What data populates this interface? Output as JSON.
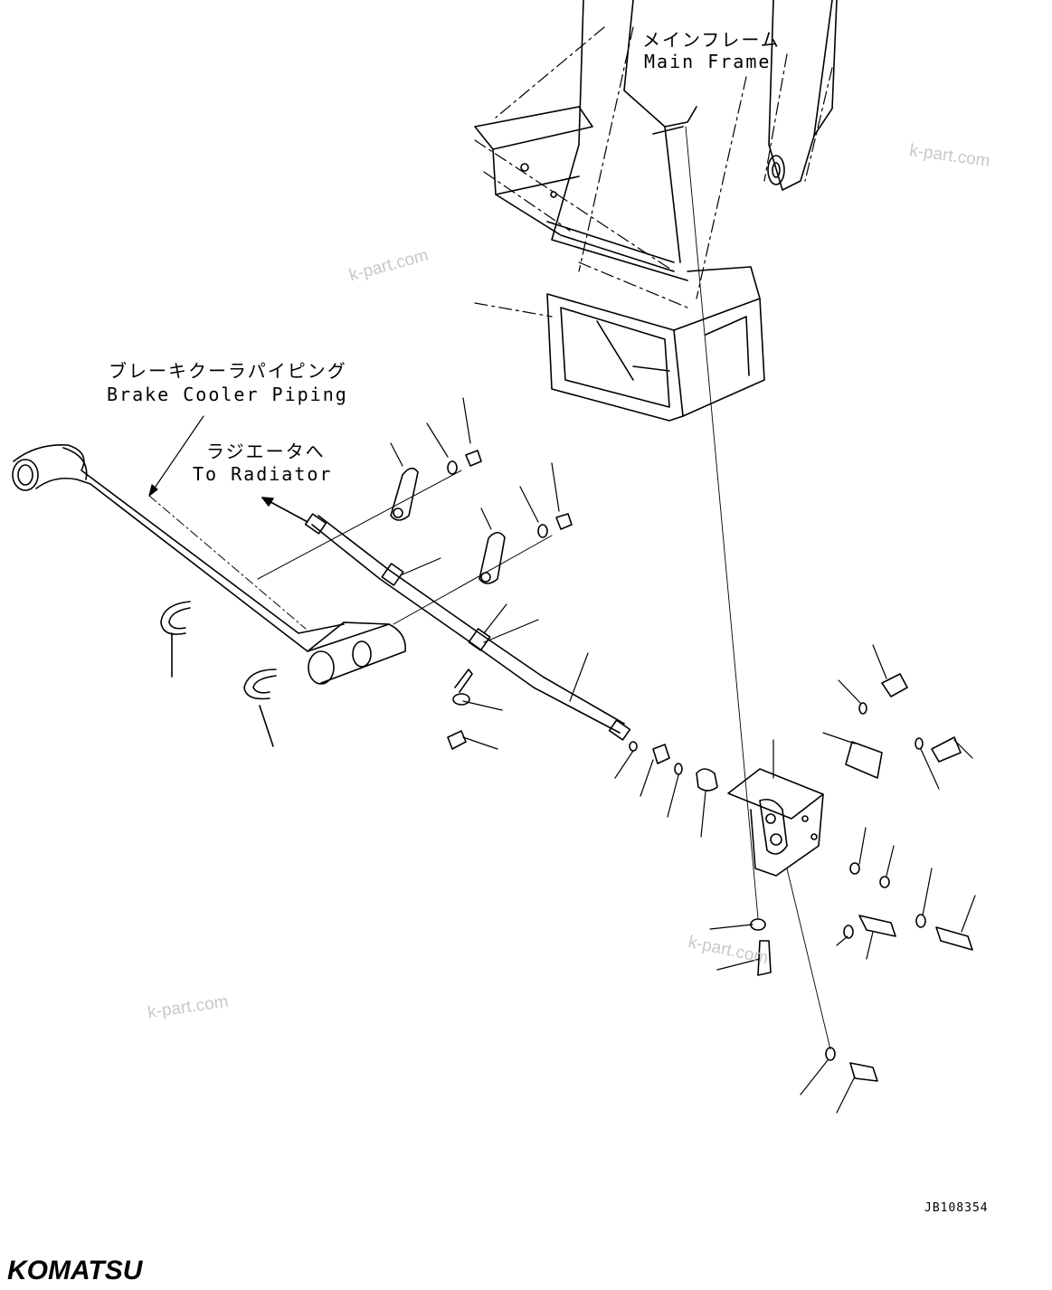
{
  "labels": {
    "main_frame_jp": "メインフレーム",
    "main_frame_en": "Main Frame",
    "brake_piping_jp": "ブレーキクーラパイピング",
    "brake_piping_en": "Brake Cooler Piping",
    "to_radiator_jp": "ラジエータへ",
    "to_radiator_en": "To Radiator"
  },
  "watermarks": [
    "k-part.com",
    "k-part.com",
    "k-part.com",
    "k-part.com"
  ],
  "drawing_code": "JB108354",
  "brand": "KOMATSU",
  "colors": {
    "line": "#000000",
    "watermark": "#c8c8c8",
    "background": "#ffffff"
  }
}
